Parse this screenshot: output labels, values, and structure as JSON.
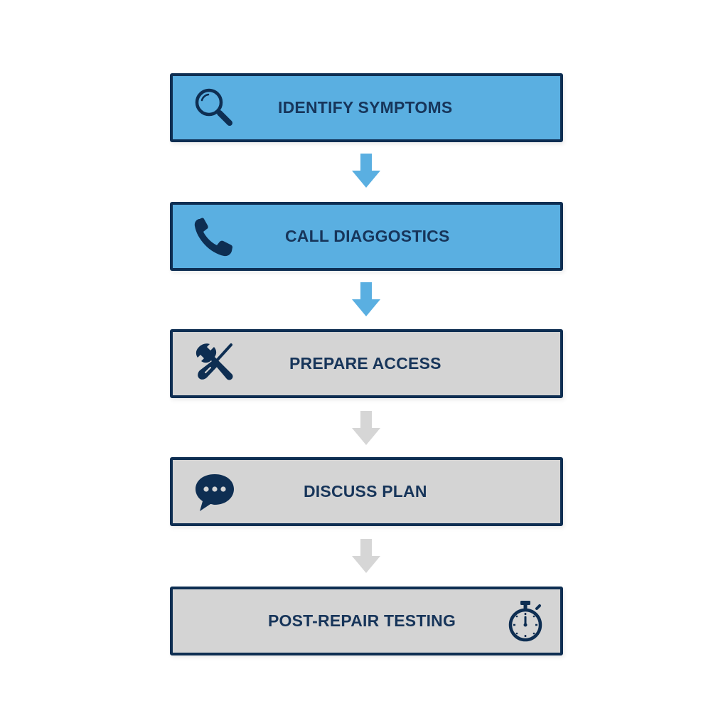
{
  "colors": {
    "active_fill": "#5aafe1",
    "pending_fill": "#d4d4d4",
    "border": "#0e2e52",
    "text": "#17355a",
    "arrow_active": "#5aafe1",
    "arrow_pending": "#d6d6d6"
  },
  "steps": [
    {
      "label": "IDENTIFY SYMPTOMS",
      "icon": "magnifying-glass-icon",
      "state": "active"
    },
    {
      "label": "CALL DIAGGOSTICS",
      "icon": "phone-icon",
      "state": "active"
    },
    {
      "label": "PREPARE ACCESS",
      "icon": "wrench-screwdriver-icon",
      "state": "pending"
    },
    {
      "label": "DISCUSS PLAN",
      "icon": "speech-bubble-icon",
      "state": "pending"
    },
    {
      "label": "POST-REPAIR TESTING",
      "icon": "stopwatch-icon",
      "state": "pending"
    }
  ],
  "connectors": [
    {
      "from": 1,
      "to": 2,
      "state": "active"
    },
    {
      "from": 2,
      "to": 3,
      "state": "active"
    },
    {
      "from": 3,
      "to": 4,
      "state": "pending"
    },
    {
      "from": 4,
      "to": 5,
      "state": "pending"
    }
  ]
}
